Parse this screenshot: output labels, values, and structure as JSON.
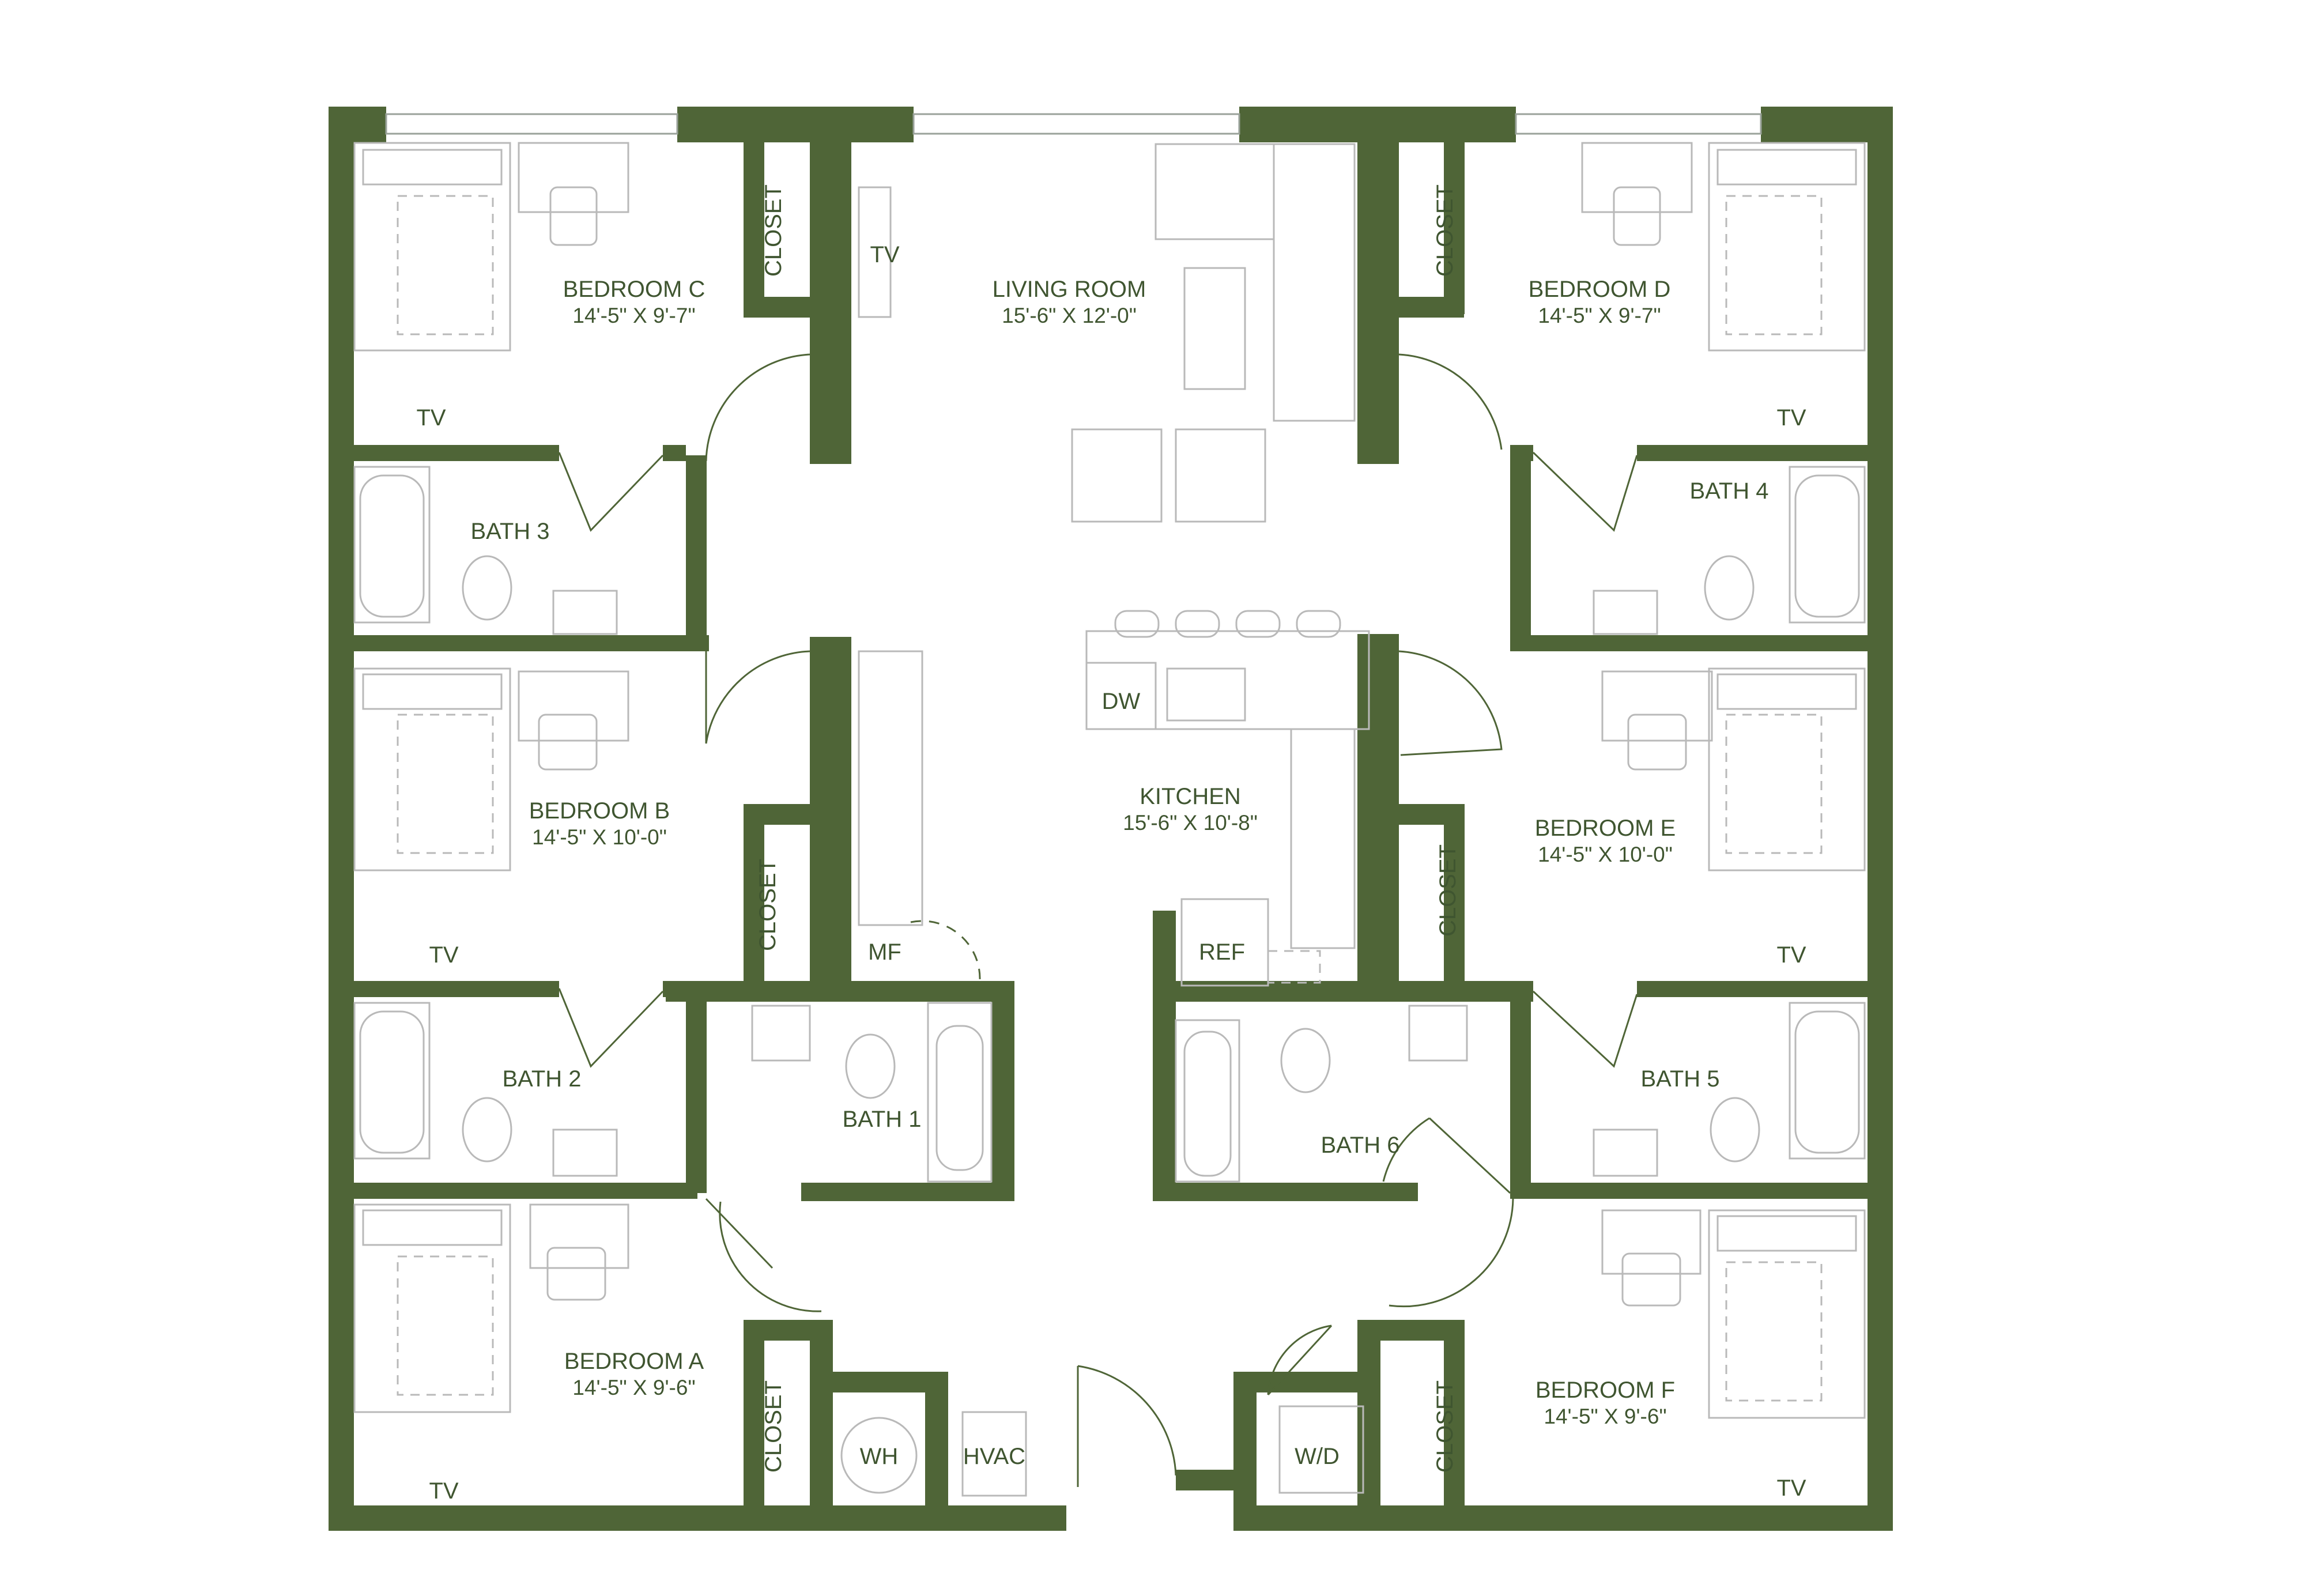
{
  "rooms": {
    "bedroom_c": {
      "name": "BEDROOM C",
      "dims": "14'-5\" X 9'-7\""
    },
    "bedroom_d": {
      "name": "BEDROOM D",
      "dims": "14'-5\" X 9'-7\""
    },
    "bedroom_b": {
      "name": "BEDROOM B",
      "dims": "14'-5\" X 10'-0\""
    },
    "bedroom_e": {
      "name": "BEDROOM E",
      "dims": "14'-5\" X 10'-0\""
    },
    "bedroom_a": {
      "name": "BEDROOM A",
      "dims": "14'-5\" X 9'-6\""
    },
    "bedroom_f": {
      "name": "BEDROOM F",
      "dims": "14'-5\" X 9'-6\""
    },
    "living": {
      "name": "LIVING ROOM",
      "dims": "15'-6\" X 12'-0\""
    },
    "kitchen": {
      "name": "KITCHEN",
      "dims": "15'-6\" X 10'-8\""
    },
    "bath1": "BATH 1",
    "bath2": "BATH 2",
    "bath3": "BATH 3",
    "bath4": "BATH 4",
    "bath5": "BATH 5",
    "bath6": "BATH 6"
  },
  "labels": {
    "closet": "CLOSET",
    "tv": "TV",
    "dw": "DW",
    "mf": "MF",
    "ref": "REF",
    "wh": "WH",
    "hvac": "HVAC",
    "wd": "W/D"
  },
  "colors": {
    "wall": "#4f6537",
    "text": "#3f5530",
    "fixture": "#b9b9b9"
  }
}
